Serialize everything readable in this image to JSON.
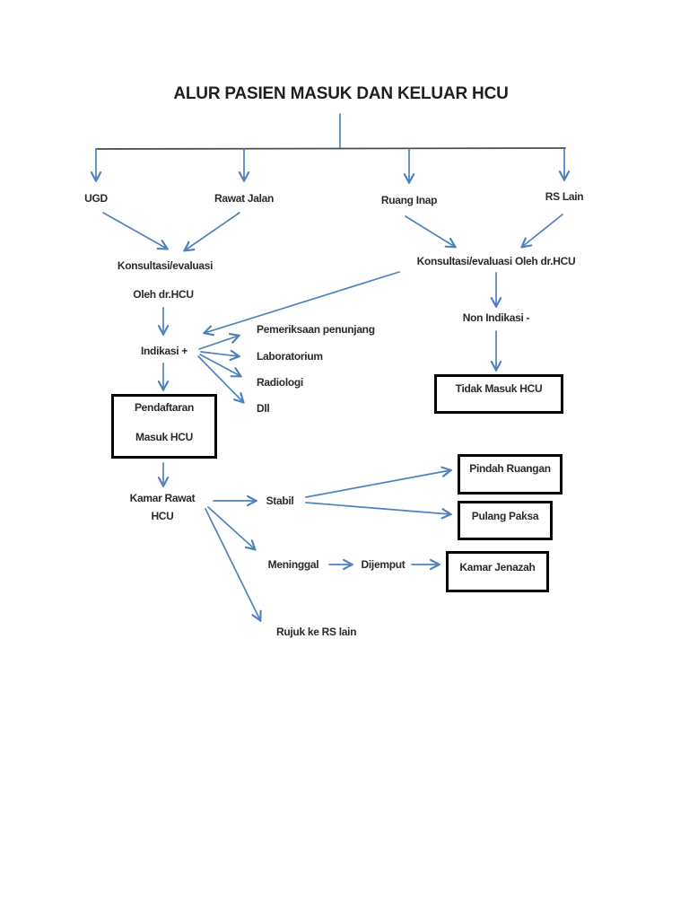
{
  "title": "ALUR PASIEN MASUK DAN KELUAR HCU",
  "colors": {
    "arrow_blue": "#4f81bd",
    "distribution_line": "#4d4d4d",
    "text": "#2b2b2b",
    "box_border": "#000000",
    "background": "#ffffff"
  },
  "nodes": {
    "ugd": "UGD",
    "rawat_jalan": "Rawat Jalan",
    "ruang_inap": "Ruang Inap",
    "rs_lain": "RS Lain",
    "konsultasi_left_line1": "Konsultasi/evaluasi",
    "konsultasi_left_line2": "Oleh dr.HCU",
    "konsultasi_right": "Konsultasi/evaluasi Oleh dr.HCU",
    "non_indikasi": "Non Indikasi -",
    "indikasi": "Indikasi +",
    "pemeriksaan": "Pemeriksaan penunjang",
    "laboratorium": "Laboratorium",
    "radiologi": "Radiologi",
    "dll": "Dll",
    "kamar_rawat_line1": "Kamar Rawat",
    "kamar_rawat_line2": "HCU",
    "stabil": "Stabil",
    "meninggal": "Meninggal",
    "dijemput": "Dijemput",
    "rujuk": "Rujuk ke RS lain"
  },
  "boxes": {
    "pendaftaran_line1": "Pendaftaran",
    "pendaftaran_line2": "Masuk HCU",
    "tidak_masuk": "Tidak Masuk HCU",
    "pindah_ruangan": "Pindah Ruangan",
    "pulang_paksa": "Pulang Paksa",
    "kamar_jenazah": "Kamar Jenazah"
  }
}
